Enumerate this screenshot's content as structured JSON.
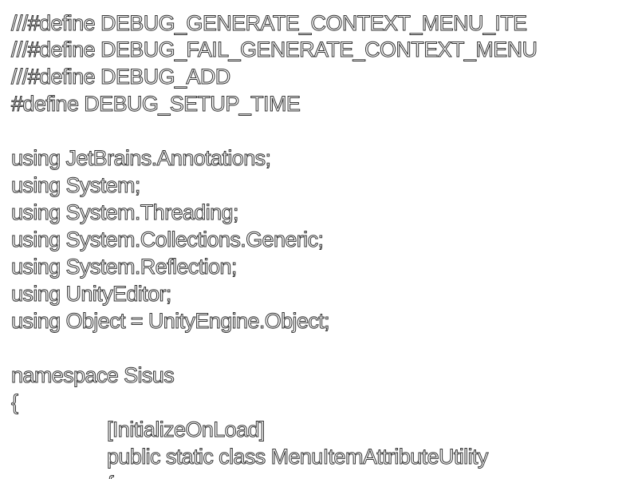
{
  "code": {
    "lines": [
      "///#define DEBUG_GENERATE_CONTEXT_MENU_ITE",
      "///#define DEBUG_FAIL_GENERATE_CONTEXT_MENU",
      "///#define DEBUG_ADD",
      "#define DEBUG_SETUP_TIME",
      "",
      "using JetBrains.Annotations;",
      "using System;",
      "using System.Threading;",
      "using System.Collections.Generic;",
      "using System.Reflection;",
      "using UnityEditor;",
      "using Object = UnityEngine.Object;",
      "",
      "namespace Sisus",
      "{",
      "[InitializeOnLoad]",
      "public static class MenuItemAttributeUtility",
      "{"
    ]
  }
}
